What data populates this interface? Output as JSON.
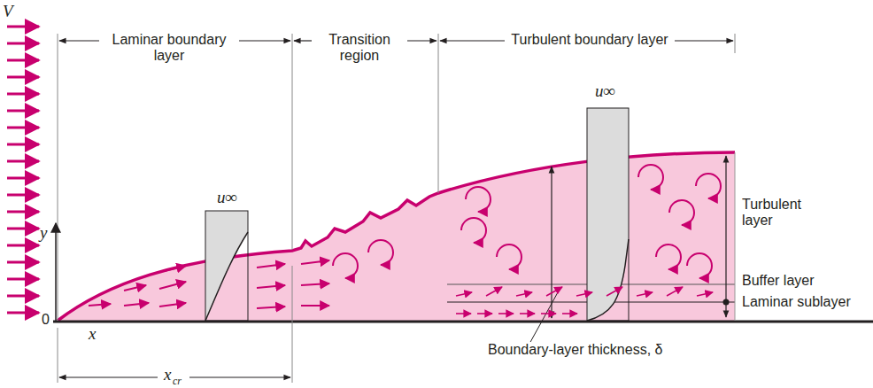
{
  "diagram": {
    "labels": [
      "V",
      "Laminar boundary layer",
      "Transition region",
      "Turbulent boundary layer",
      "u∞",
      "u∞",
      "y",
      "0",
      "x",
      "x",
      "cr",
      "Turbulent layer",
      "Buffer layer",
      "Laminar sublayer",
      "Boundary-layer thickness, δ"
    ]
  }
}
